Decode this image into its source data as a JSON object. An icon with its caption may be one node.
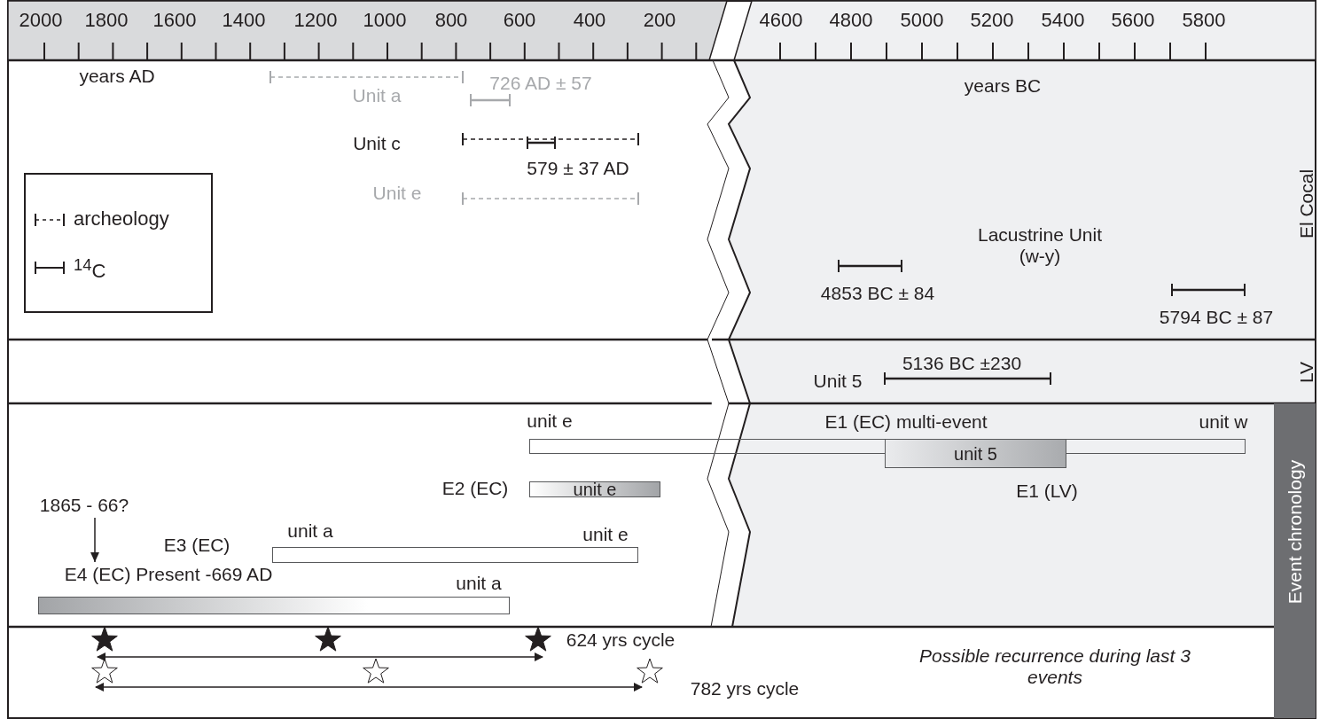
{
  "diagram": {
    "nodes": [
      {
        "text": [
          "1865 - 66?"
        ]
      },
      {
        "text": [
          "E4 (EC) Present -669 AD"
        ]
      },
      {
        "text": [
          "unit e"
        ],
        "beside": [
          "E2 (EC)"
        ]
      },
      {
        "text": [
          "unit 5"
        ],
        "beside": [
          "E1 (LV)"
        ]
      },
      {
        "text": [],
        "shape": "bar"
      },
      {
        "text": [],
        "shape": "bar"
      },
      {
        "text": [],
        "shape": "bar"
      }
    ],
    "edges": [
      {
        "from": 0,
        "to": 1,
        "arrow": "to"
      }
    ],
    "labels": [
      "2000",
      "1800",
      "1600",
      "1400",
      "1200",
      "1000",
      "800",
      "600",
      "400",
      "200",
      "4600",
      "4800",
      "5000",
      "5200",
      "5400",
      "5600",
      "5800",
      "years AD",
      "726 AD ± 57",
      "Unit a",
      "years BC",
      "Unit c",
      "579 ± 37 AD",
      "Unit e",
      "El Cocal",
      "Lacustrine Unit (w-y)",
      "4853 BC ± 84",
      "5794 BC ± 87",
      "Unit 5",
      "5136 BC ±230",
      "LV",
      "unit e",
      "E1 (EC) multi-event",
      "unit w",
      "Event chronology",
      "E3 (EC)",
      "unit a",
      "unit e",
      "unit a",
      "624 yrs cycle",
      "782 yrs cycle",
      "Possible recurrence during last 3 events"
    ],
    "legend": [
      {
        "text": "archeology"
      },
      {
        "text": "$^{14}$C"
      }
    ]
  }
}
